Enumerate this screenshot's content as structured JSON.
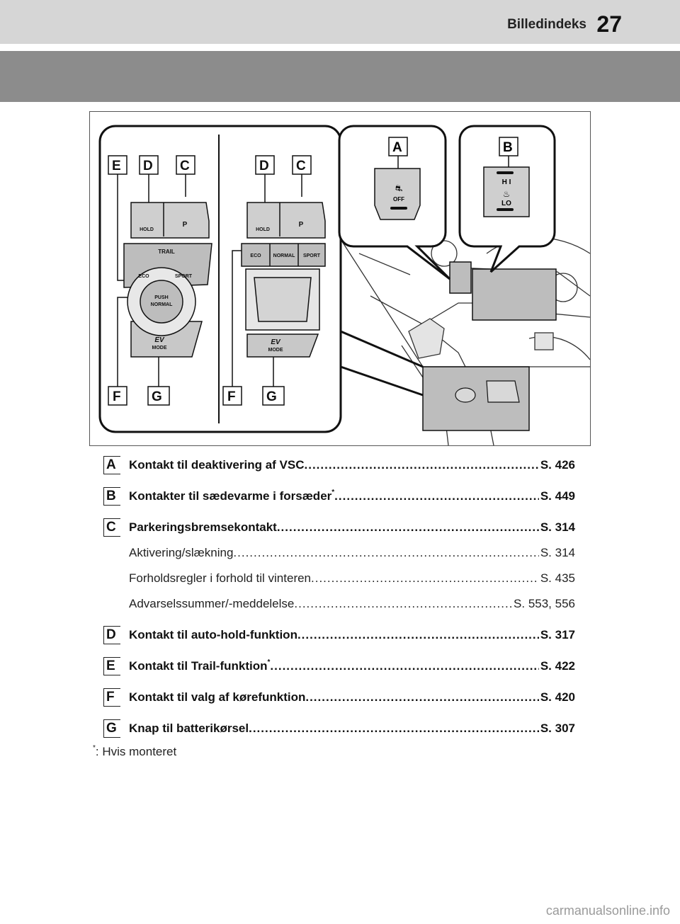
{
  "header": {
    "section_title": "Billedindeks",
    "page_number": "27"
  },
  "figure": {
    "callouts_left": [
      "E",
      "D",
      "C",
      "F",
      "G"
    ],
    "callouts_mid": [
      "D",
      "C",
      "F",
      "G"
    ],
    "callouts_right": [
      "A",
      "B"
    ],
    "buttons": {
      "hold": "HOLD",
      "park": "P",
      "trail": "TRAIL",
      "eco_arc": "ECO",
      "sport_arc": "SPORT",
      "push": "PUSH",
      "normal": "NORMAL",
      "ev": "EV",
      "mode": "MODE",
      "eco": "ECO",
      "normal_btn": "NORMAL",
      "sport": "SPORT",
      "off": "OFF",
      "hi": "H I",
      "lo": "LO"
    }
  },
  "entries": [
    {
      "letter": "A",
      "label": "Kontakt til deaktivering af VSC",
      "sup": "",
      "page": "S. 426"
    },
    {
      "letter": "B",
      "label": "Kontakter til sædevarme i forsæder",
      "sup": "*",
      "page": "S. 449"
    },
    {
      "letter": "C",
      "label": "Parkeringsbremsekontakt",
      "sup": "",
      "page": "S. 314",
      "subs": [
        {
          "label": "Aktivering/slækning",
          "page": "S. 314"
        },
        {
          "label": "Forholdsregler i forhold til vinteren",
          "page": "S. 435"
        },
        {
          "label": "Advarselssummer/-meddelelse",
          "page": "S. 553, 556"
        }
      ]
    },
    {
      "letter": "D",
      "label": "Kontakt til auto-hold-funktion",
      "sup": "",
      "page": "S. 317"
    },
    {
      "letter": "E",
      "label": "Kontakt til Trail-funktion",
      "sup": "*",
      "page": "S. 422"
    },
    {
      "letter": "F",
      "label": "Kontakt til valg af kørefunktion",
      "sup": "",
      "page": "S. 420"
    },
    {
      "letter": "G",
      "label": "Knap til batterikørsel",
      "sup": "",
      "page": "S. 307"
    }
  ],
  "footnote": {
    "mark": "*",
    "text": ": Hvis monteret"
  },
  "watermark": "carmanualsonline.info"
}
